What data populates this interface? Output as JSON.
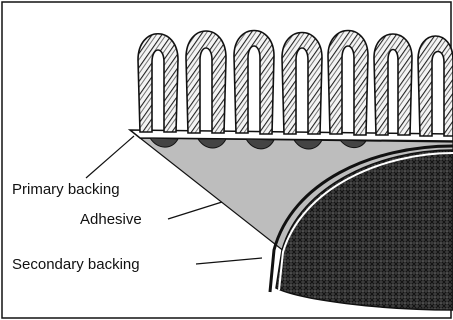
{
  "labels": {
    "primary_backing": "Primary backing",
    "adhesive": "Adhesive",
    "secondary_backing": "Secondary backing"
  },
  "colors": {
    "ink": "#111111",
    "adhesive_fill": "#bdbdbd",
    "secondary_fill": "#3a3a3a",
    "background": "#ffffff"
  }
}
